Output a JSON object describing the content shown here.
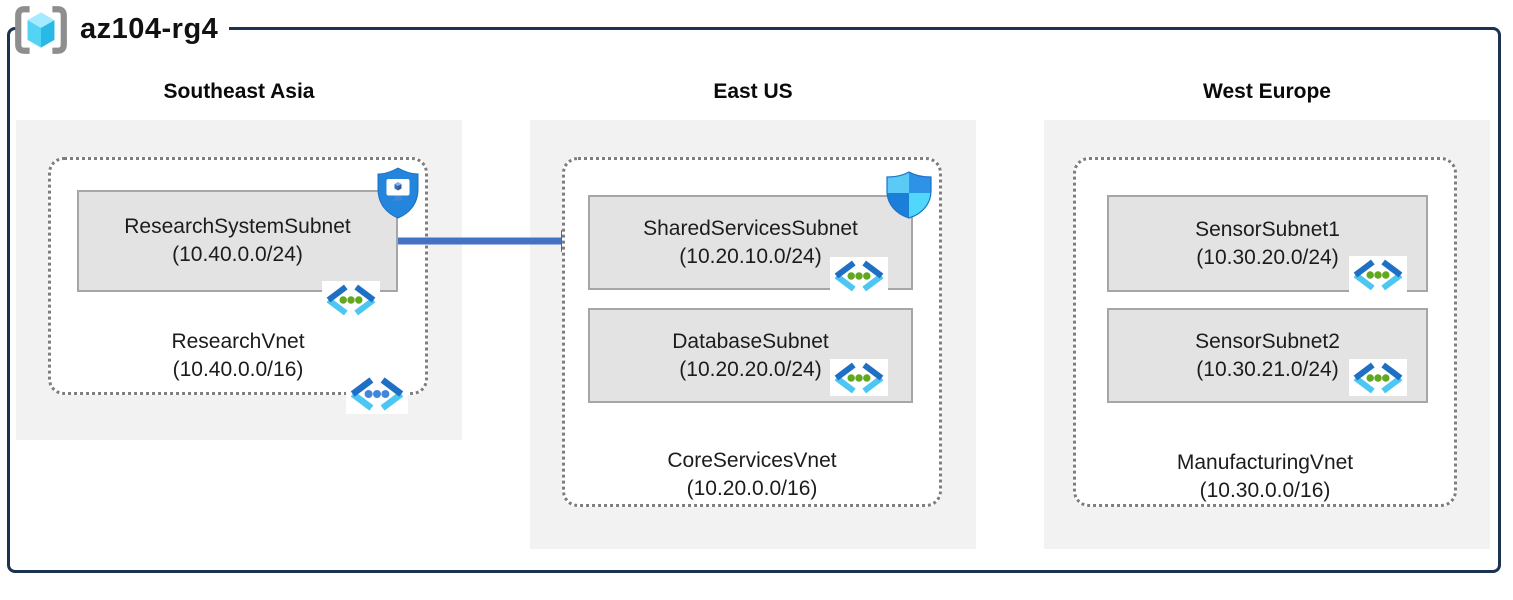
{
  "title": "az104-rg4",
  "colors": {
    "outer_border": "#1b3351",
    "region_background": "#f2f2f2",
    "subnet_background": "#e3e3e3",
    "subnet_border": "#a6a6a6",
    "vnet_dashed_border": "#7e7e7e",
    "arrow": "#4472c4",
    "subnet_icon_dots": "#62a81e",
    "vnet_icon_dots": "#4285dc",
    "icon_blue_dark": "#1f6fc4",
    "icon_cyan": "#4cc6f2"
  },
  "icons": {
    "resource_group": "resource-group-icon",
    "bastion": "bastion-icon",
    "network_security_group": "network-security-group-icon",
    "subnet": "subnet-icon",
    "virtual_network": "virtual-network-icon"
  },
  "connection": {
    "from": "ResearchSystemSubnet",
    "to": "SharedServicesSubnet",
    "type": "peering-arrow"
  },
  "regions": [
    {
      "name": "Southeast Asia",
      "vnet": {
        "name": "ResearchVnet",
        "cidr": "(10.40.0.0/16)",
        "subnets": [
          {
            "name": "ResearchSystemSubnet",
            "cidr": "(10.40.0.0/24)"
          }
        ]
      }
    },
    {
      "name": "East US",
      "vnet": {
        "name": "CoreServicesVnet",
        "cidr": "(10.20.0.0/16)",
        "subnets": [
          {
            "name": "SharedServicesSubnet",
            "cidr": "(10.20.10.0/24)"
          },
          {
            "name": "DatabaseSubnet",
            "cidr": "(10.20.20.0/24)"
          }
        ]
      }
    },
    {
      "name": "West Europe",
      "vnet": {
        "name": "ManufacturingVnet",
        "cidr": "(10.30.0.0/16)",
        "subnets": [
          {
            "name": "SensorSubnet1",
            "cidr": "(10.30.20.0/24)"
          },
          {
            "name": "SensorSubnet2",
            "cidr": "(10.30.21.0/24)"
          }
        ]
      }
    }
  ]
}
